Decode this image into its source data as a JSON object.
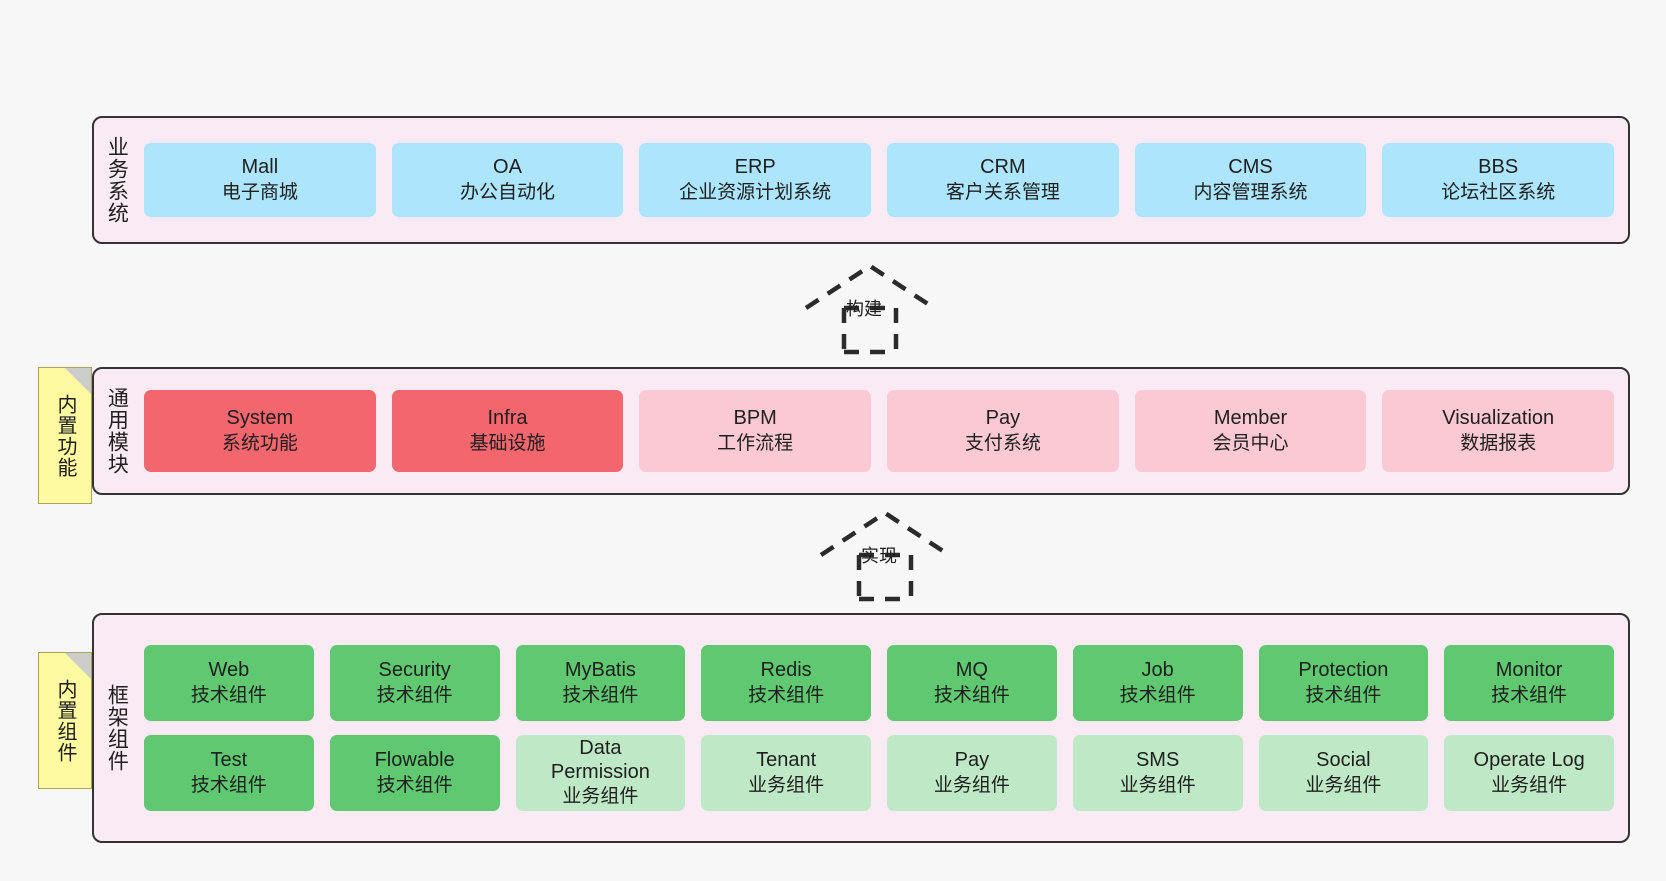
{
  "diagram": {
    "background_color": "#f7f7f7",
    "layer_fill": "#f9eaf4",
    "layer_border": "#333333",
    "note_fill": "#fcf9a0"
  },
  "layers": [
    {
      "id": "business-systems",
      "title": "业务系统",
      "card_color": "#ace5fc",
      "cards": [
        {
          "name": "Mall",
          "desc": "电子商城"
        },
        {
          "name": "OA",
          "desc": "办公自动化"
        },
        {
          "name": "ERP",
          "desc": "企业资源计划系统"
        },
        {
          "name": "CRM",
          "desc": "客户关系管理"
        },
        {
          "name": "CMS",
          "desc": "内容管理系统"
        },
        {
          "name": "BBS",
          "desc": "论坛社区系统"
        }
      ]
    },
    {
      "id": "common-modules",
      "title": "通用模块",
      "note": "内置功能",
      "card_color_highlight": "#f4666e",
      "card_color_normal": "#fbc9d4",
      "cards": [
        {
          "name": "System",
          "desc": "系统功能",
          "highlight": true
        },
        {
          "name": "Infra",
          "desc": "基础设施",
          "highlight": true
        },
        {
          "name": "BPM",
          "desc": "工作流程",
          "highlight": false
        },
        {
          "name": "Pay",
          "desc": "支付系统",
          "highlight": false
        },
        {
          "name": "Member",
          "desc": "会员中心",
          "highlight": false
        },
        {
          "name": "Visualization",
          "desc": "数据报表",
          "highlight": false
        }
      ]
    },
    {
      "id": "framework-components",
      "title": "框架组件",
      "note": "内置组件",
      "card_color_tech": "#60c871",
      "card_color_biz": "#bfe9c6",
      "rows": [
        [
          {
            "name": "Web",
            "desc": "技术组件",
            "kind": "tech"
          },
          {
            "name": "Security",
            "desc": "技术组件",
            "kind": "tech"
          },
          {
            "name": "MyBatis",
            "desc": "技术组件",
            "kind": "tech"
          },
          {
            "name": "Redis",
            "desc": "技术组件",
            "kind": "tech"
          },
          {
            "name": "MQ",
            "desc": "技术组件",
            "kind": "tech"
          },
          {
            "name": "Job",
            "desc": "技术组件",
            "kind": "tech"
          },
          {
            "name": "Protection",
            "desc": "技术组件",
            "kind": "tech"
          },
          {
            "name": "Monitor",
            "desc": "技术组件",
            "kind": "tech"
          }
        ],
        [
          {
            "name": "Test",
            "desc": "技术组件",
            "kind": "tech"
          },
          {
            "name": "Flowable",
            "desc": "技术组件",
            "kind": "tech"
          },
          {
            "name": "Data Permission",
            "desc": "业务组件",
            "kind": "biz"
          },
          {
            "name": "Tenant",
            "desc": "业务组件",
            "kind": "biz"
          },
          {
            "name": "Pay",
            "desc": "业务组件",
            "kind": "biz"
          },
          {
            "name": "SMS",
            "desc": "业务组件",
            "kind": "biz"
          },
          {
            "name": "Social",
            "desc": "业务组件",
            "kind": "biz"
          },
          {
            "name": "Operate Log",
            "desc": "业务组件",
            "kind": "biz"
          }
        ]
      ]
    }
  ],
  "connectors": [
    {
      "id": "build",
      "label": "构建",
      "style": "dashed-generalization",
      "direction": "up"
    },
    {
      "id": "implement",
      "label": "实现",
      "style": "dashed-generalization",
      "direction": "up"
    }
  ]
}
